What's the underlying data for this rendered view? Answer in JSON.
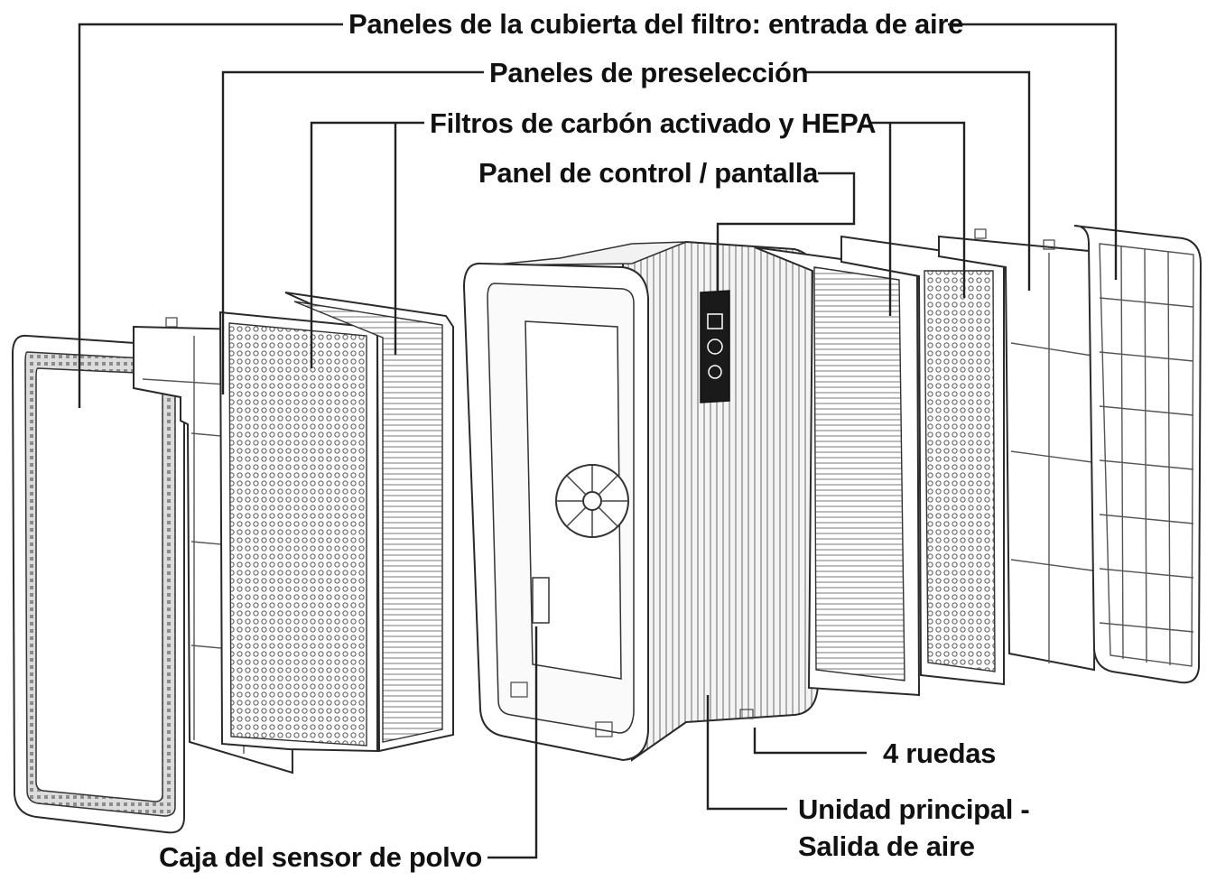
{
  "labels": {
    "cover_panels": "Paneles de la cubierta del filtro: entrada de aire",
    "prefilter_panels": "Paneles de preselección",
    "carbon_hepa": "Filtros de carbón activado y HEPA",
    "control_panel": "Panel de control / pantalla",
    "wheels": "4 ruedas",
    "main_unit_line1": "Unidad principal -",
    "main_unit_line2": "Salida de aire",
    "dust_sensor": "Caja del sensor de polvo"
  },
  "colors": {
    "line": "#222222",
    "text": "#111111",
    "background": "#ffffff"
  }
}
